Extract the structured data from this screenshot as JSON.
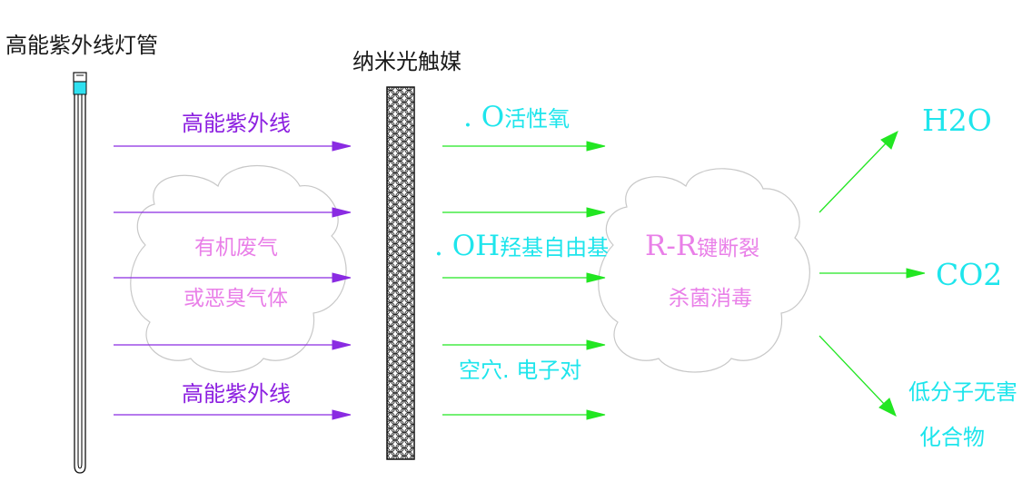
{
  "lamp": {
    "label": "高能紫外线灯管"
  },
  "catalyst": {
    "label": "纳米光触媒"
  },
  "uv": {
    "top_label": "高能紫外线",
    "bottom_label": "高能紫外线"
  },
  "pollutant": {
    "line1": "有机废气",
    "line2": "或恶臭气体"
  },
  "radicals": {
    "o": {
      "prefix": ". O",
      "text": "活性氧"
    },
    "oh": {
      "prefix": ". OH",
      "text": "羟基自由基"
    },
    "hole": {
      "text": "空穴. 电子对"
    }
  },
  "reaction": {
    "prefix": "R-R",
    "text": "键断裂",
    "line2": "杀菌消毒"
  },
  "products": {
    "water": "H2O",
    "co2": "CO2",
    "harmless_1": "低分子无害",
    "harmless_2": "化合物"
  },
  "colors": {
    "uv_arrow": "#8a2be2",
    "green_arrow": "#22e622",
    "cloud": "#c8c8c8",
    "cyan": "#1ee5ec",
    "pink": "#e97fe8"
  }
}
